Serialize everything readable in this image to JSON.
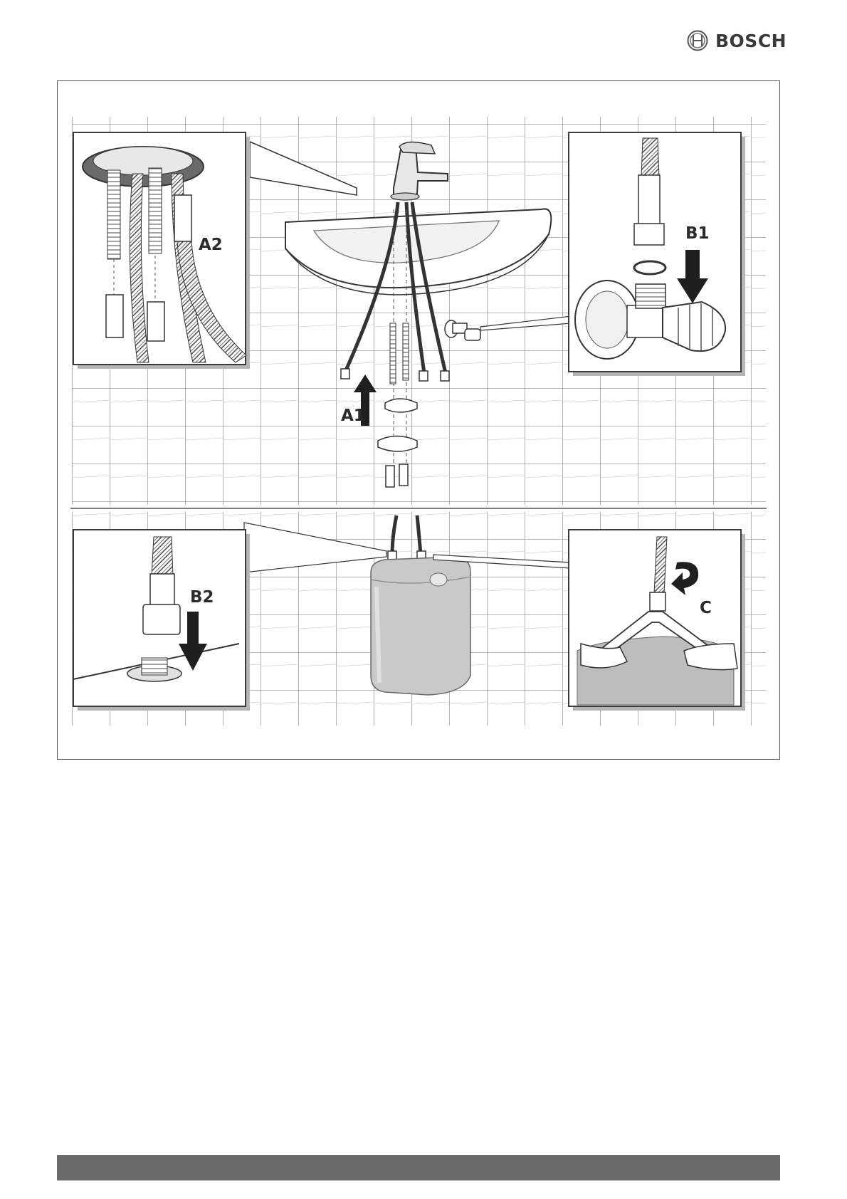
{
  "header": {
    "brand_name": "BOSCH",
    "brand_logo_icon": "bosch-armature-logo-icon"
  },
  "figure": {
    "labels": {
      "a1": "A1",
      "a2": "A2",
      "b1": "B1",
      "b2": "B2",
      "c": "C"
    },
    "icons": [
      "basin-mixer-tap-icon",
      "angle-valve-icon",
      "braided-hose-icon",
      "water-heater-icon",
      "spanner-icon",
      "arrow-up-icon",
      "arrow-down-icon",
      "rotate-arrow-icon"
    ],
    "colors": {
      "tile_grid": "#7a7a7a",
      "panel_border": "#3a3a3a",
      "panel_shadow": "#b5b5b5",
      "arrow": "#1f1f1f",
      "heater_body": "#c9c9c9"
    }
  },
  "footer": {
    "bar_color": "#6b6b6b"
  }
}
